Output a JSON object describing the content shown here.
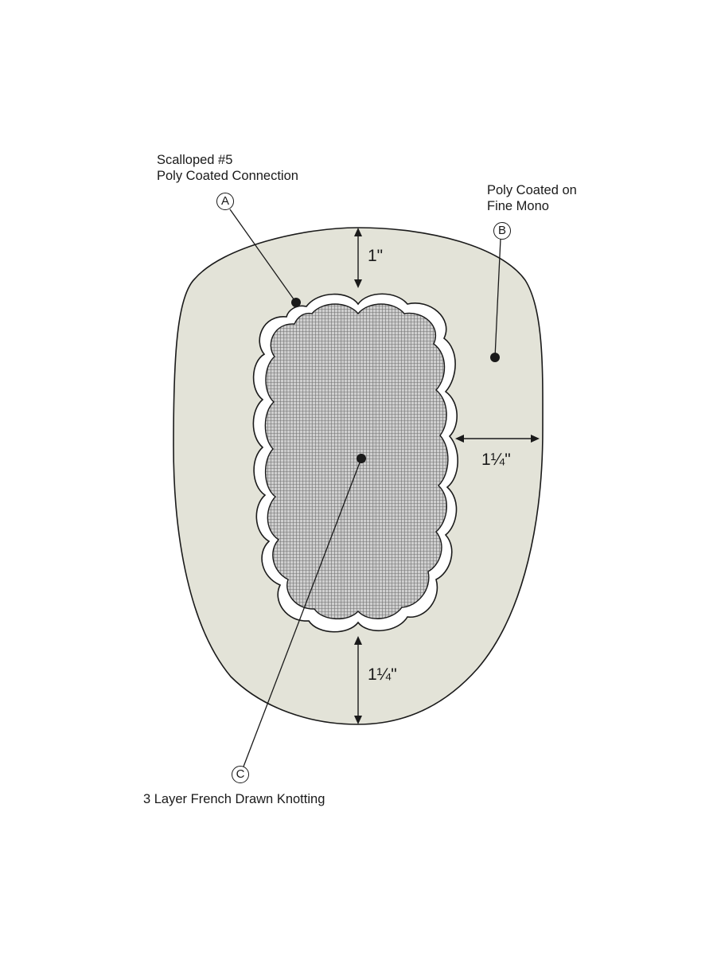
{
  "callouts": {
    "a": {
      "letter": "A",
      "line1": "Scalloped #5",
      "line2": "Poly Coated Connection"
    },
    "b": {
      "letter": "B",
      "line1": "Poly Coated on",
      "line2": "Fine Mono"
    },
    "c": {
      "letter": "C",
      "line1": "3 Layer French Drawn Knotting"
    }
  },
  "dimensions": {
    "top": "1\"",
    "side": "1¼\"",
    "bottom": "1¼\""
  },
  "colors": {
    "outer_fill": "#e3e3d8",
    "stroke": "#1a1a1a",
    "mesh_fill": "#c9c9c9",
    "mesh_line": "#6f6f6f"
  }
}
